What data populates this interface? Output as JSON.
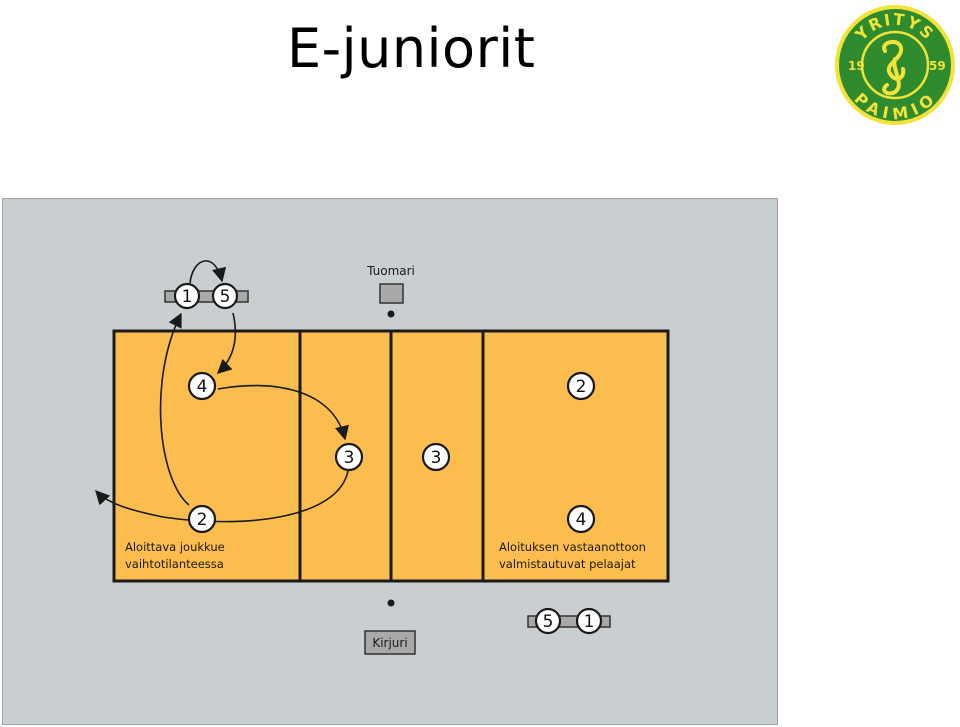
{
  "title": "E-juniorit",
  "logo": {
    "top_text": "YRITYS",
    "bottom_text": "PAIMIO",
    "year_left": "19",
    "year_right": "59",
    "colors": {
      "ring": "#2e8b2e",
      "text": "#f2e23a"
    }
  },
  "officials": {
    "referee_label": "Tuomari",
    "scorer_label": "Kirjuri"
  },
  "left_team": {
    "caption_line1": "Aloittava joukkue",
    "caption_line2": "vaihtotilanteessa",
    "bench_players": [
      "1",
      "5"
    ],
    "court_players": [
      "4",
      "3",
      "2"
    ]
  },
  "right_team": {
    "caption_line1": "Aloituksen vastaanottoon",
    "caption_line2": "valmistautuvat pelaajat",
    "bench_players": [
      "5",
      "1"
    ],
    "court_players": [
      "3",
      "2",
      "4"
    ]
  },
  "colors": {
    "court": "#fcbd4f",
    "panel": "#c9ced0",
    "lines": "#1a1a1a"
  }
}
